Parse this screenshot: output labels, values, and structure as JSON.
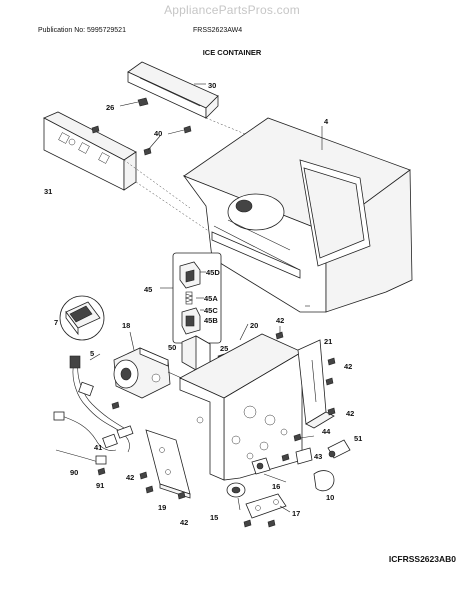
{
  "header": {
    "site": "AppliancePartsPros.com",
    "publication": "Publication No: 5995729521",
    "model": "FRSS2623AW4",
    "title": "ICE CONTAINER",
    "diagram_code": "ICFRSS2623AB0"
  },
  "callouts": [
    "30",
    "26",
    "40",
    "4",
    "31",
    "45D",
    "45",
    "45A",
    "45C",
    "45B",
    "7",
    "18",
    "50",
    "25",
    "20",
    "42",
    "21",
    "5",
    "42",
    "42",
    "44",
    "51",
    "41",
    "43",
    "90",
    "91",
    "42",
    "19",
    "42",
    "16",
    "10",
    "15",
    "17"
  ]
}
